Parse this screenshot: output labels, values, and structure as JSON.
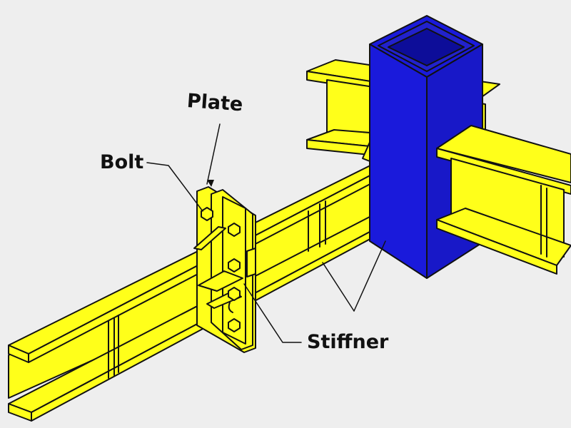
{
  "labels": {
    "plate": "Plate",
    "bolt": "Bolt",
    "stiffener": "Stiffner"
  },
  "colors": {
    "background": "#eeeeee",
    "beam": "#ffff1a",
    "column": "#1a1adb",
    "outline": "#111111"
  }
}
